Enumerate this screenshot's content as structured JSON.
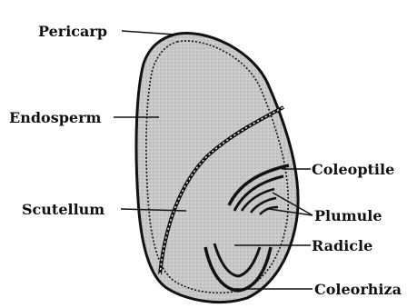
{
  "diagram": {
    "labels": {
      "pericarp": "Pericarp",
      "endosperm": "Endosperm",
      "scutellum": "Scutellum",
      "coleoptile": "Coleoptile",
      "plumule": "Plumule",
      "radicle": "Radicle",
      "coleorhiza": "Coleorhiza"
    },
    "colors": {
      "ink": "#111111",
      "fill": "#c9c9c9",
      "background": "#ffffff"
    }
  }
}
